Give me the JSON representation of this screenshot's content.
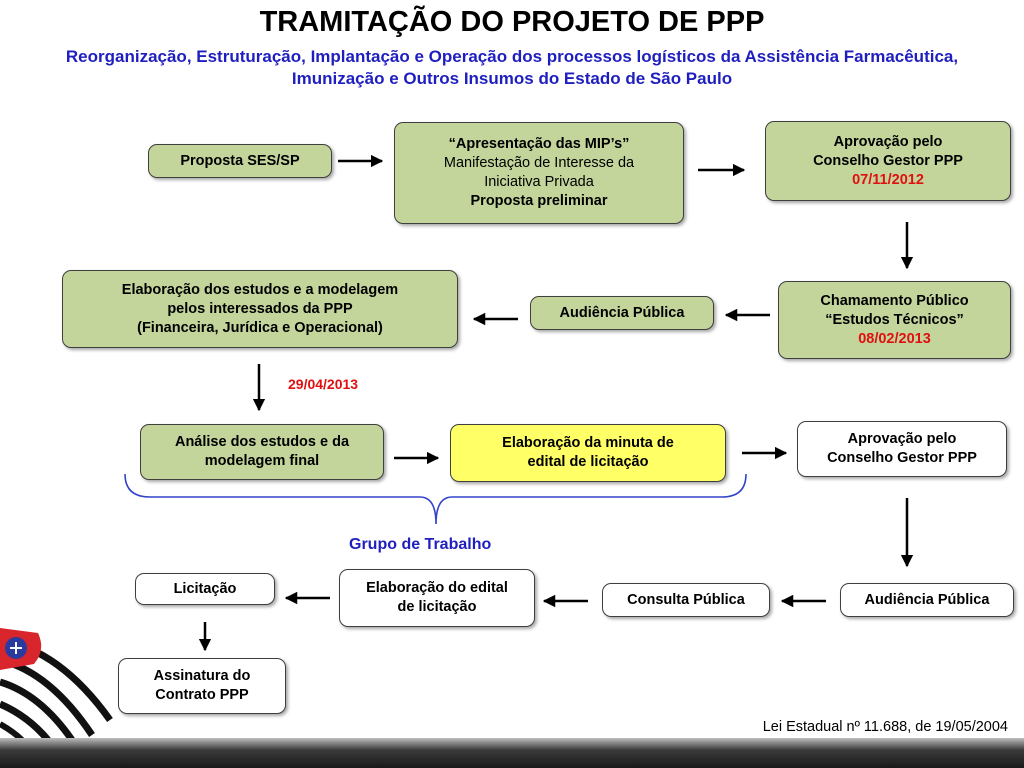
{
  "title": "TRAMITAÇÃO DO PROJETO DE PPP",
  "subtitle": "Reorganização, Estruturação, Implantação e Operação dos processos logísticos da Assistência Farmacêutica, Imunização e Outros Insumos do Estado de São Paulo",
  "nodes": {
    "proposta": {
      "line1": "Proposta SES/SP"
    },
    "mip": {
      "line1": "“Apresentação das MIP’s”",
      "line2": "Manifestação de Interesse da",
      "line3": "Iniciativa Privada",
      "line4": "Proposta preliminar"
    },
    "aprovacao1": {
      "line1": "Aprovação pelo",
      "line2": "Conselho Gestor PPP",
      "date": "07/11/2012"
    },
    "chamamento": {
      "line1": "Chamamento Público",
      "line2": "“Estudos Técnicos”",
      "date": "08/02/2013"
    },
    "audiencia1": {
      "line1": "Audiência Pública"
    },
    "elaboracao_estudos": {
      "line1": "Elaboração dos estudos e a modelagem",
      "line2": "pelos interessados da PPP",
      "line3": "(Financeira, Jurídica e Operacional)"
    },
    "analise": {
      "line1": "Análise dos estudos e da",
      "line2": "modelagem final"
    },
    "minuta": {
      "line1": "Elaboração da  minuta de",
      "line2": "edital de licitação"
    },
    "aprovacao2": {
      "line1": "Aprovação pelo",
      "line2": "Conselho Gestor PPP"
    },
    "audiencia2": {
      "line1": "Audiência Pública"
    },
    "consulta": {
      "line1": "Consulta Pública"
    },
    "edital": {
      "line1": "Elaboração do edital",
      "line2": "de licitação"
    },
    "licitacao": {
      "line1": "Licitação"
    },
    "assinatura": {
      "line1": "Assinatura do",
      "line2": "Contrato PPP"
    }
  },
  "arrow_date": "29/04/2013",
  "group_label": "Grupo de Trabalho",
  "footnote": "Lei Estadual nº 11.688, de 19/05/2004",
  "colors": {
    "node_green": "#c3d59b",
    "node_yellow": "#ffff66",
    "subtitle_blue": "#1f1fbf",
    "date_red": "#e01010",
    "bracket_blue": "#3344cc"
  }
}
